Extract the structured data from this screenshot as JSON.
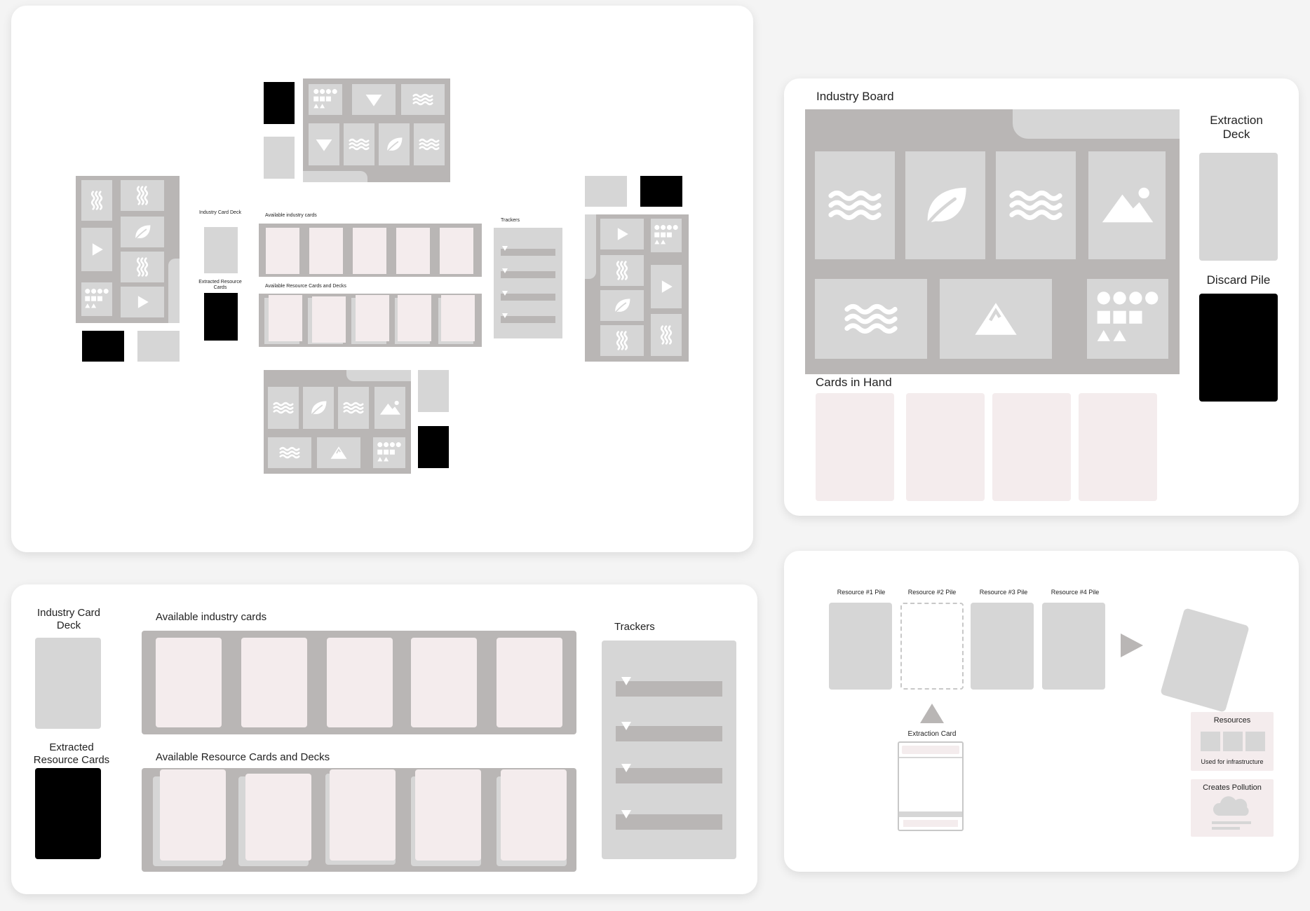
{
  "overview": {
    "industry_card_deck": "Industry Card Deck",
    "extracted_resource_cards": "Extracted Resource Cards",
    "available_industry_cards": "Available industry cards",
    "available_resource_cards": "Available Resource Cards and Decks",
    "trackers": "Trackers"
  },
  "board": {
    "industry_board": "Industry Board",
    "extraction_deck": "Extraction Deck",
    "discard_pile": "Discard Pile",
    "cards_in_hand": "Cards in Hand",
    "top_row_icons": [
      "water-waves-icon",
      "leaf-icon",
      "water-waves-icon",
      "mountain-icon"
    ],
    "bottom_row_icons": [
      "water-waves-icon",
      "mountain-icon",
      "shapes-icon"
    ]
  },
  "market": {
    "industry_card_deck": "Industry Card Deck",
    "extracted_resource_cards": "Extracted Resource Cards",
    "available_industry_cards": "Available industry cards",
    "available_resource_cards": "Available Resource Cards and Decks",
    "trackers": "Trackers"
  },
  "extraction": {
    "piles": [
      "Resource #1 Pile",
      "Resource #2 Pile",
      "Resource #3 Pile",
      "Resource #4 Pile"
    ],
    "extraction_card": "Extraction Card",
    "resources": "Resources",
    "used_for_infrastructure": "Used for infrastructure",
    "creates_pollution": "Creates Pollution"
  },
  "colors": {
    "card_grey": "#d6d6d6",
    "board_grey": "#b9b6b5",
    "card_pink": "#f4eced",
    "deck_black": "#000000"
  }
}
